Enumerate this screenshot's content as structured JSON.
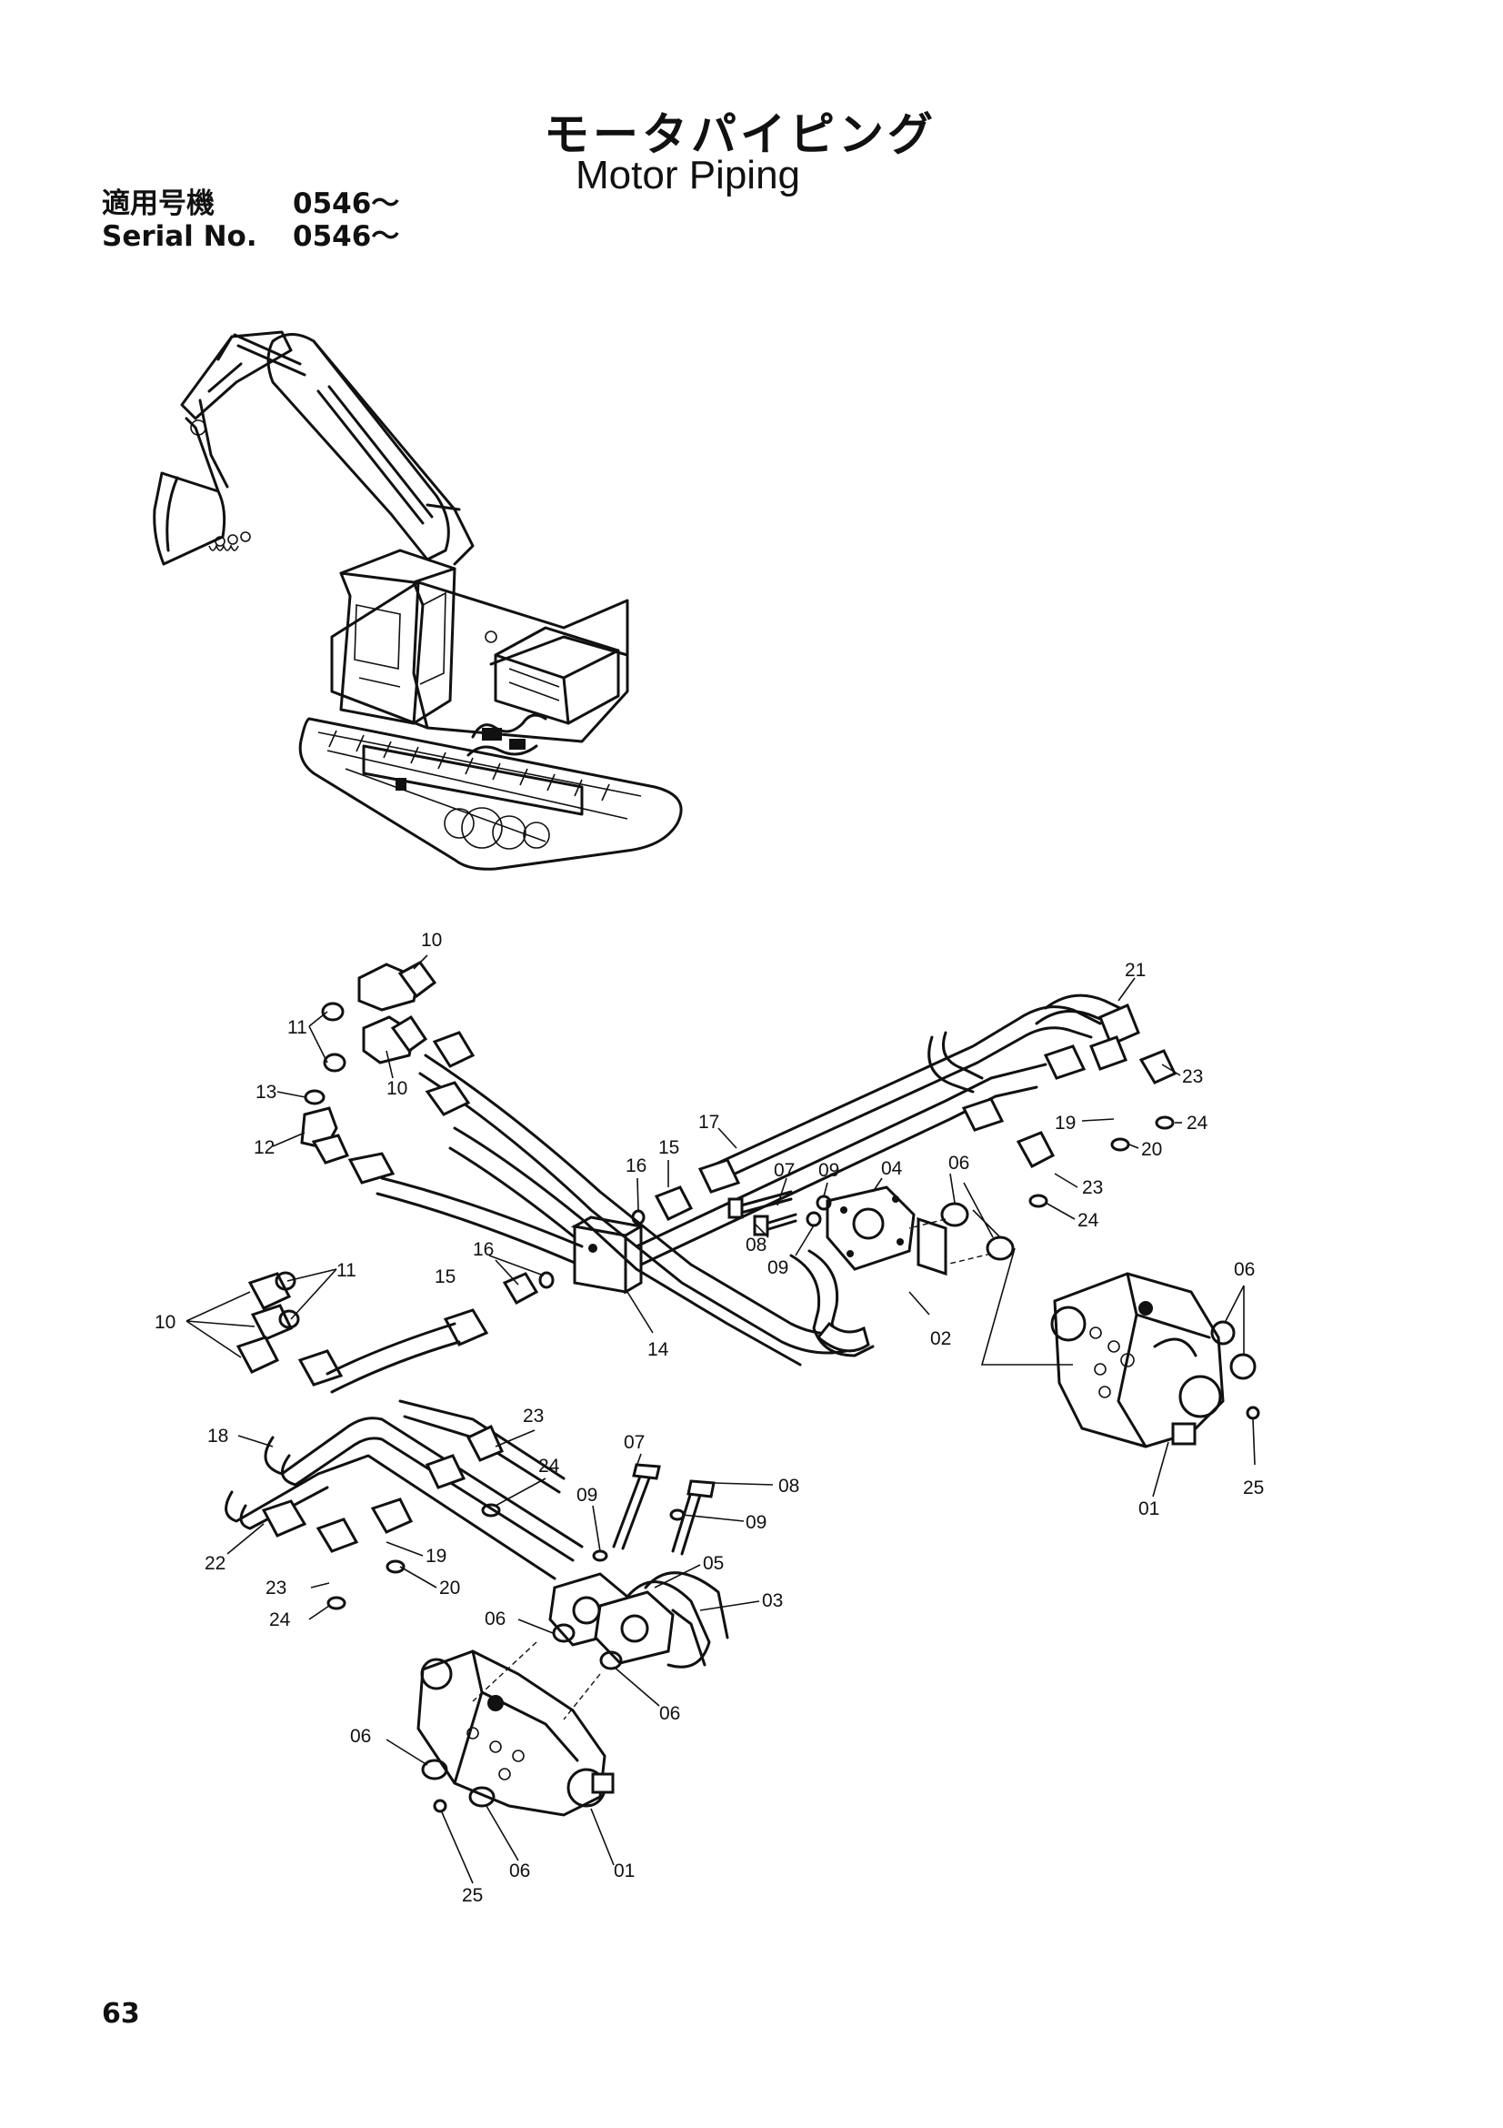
{
  "header": {
    "title_jp": "モータパイピング",
    "title_en": "Motor Piping",
    "serial_label_jp": "適用号機",
    "serial_value_jp": "0546～",
    "serial_label_en": "Serial No.",
    "serial_value_en": "0546～"
  },
  "page_number": "63",
  "callouts": [
    {
      "id": "c-10a",
      "text": "10"
    },
    {
      "id": "c-11a",
      "text": "11"
    },
    {
      "id": "c-10b",
      "text": "10"
    },
    {
      "id": "c-13",
      "text": "13"
    },
    {
      "id": "c-12",
      "text": "12"
    },
    {
      "id": "c-16a",
      "text": "16"
    },
    {
      "id": "c-15a",
      "text": "15"
    },
    {
      "id": "c-17",
      "text": "17"
    },
    {
      "id": "c-07a",
      "text": "07"
    },
    {
      "id": "c-09a",
      "text": "09"
    },
    {
      "id": "c-04",
      "text": "04"
    },
    {
      "id": "c-08a",
      "text": "08"
    },
    {
      "id": "c-09b",
      "text": "09"
    },
    {
      "id": "c-06a",
      "text": "06"
    },
    {
      "id": "c-02",
      "text": "02"
    },
    {
      "id": "c-21",
      "text": "21"
    },
    {
      "id": "c-23a",
      "text": "23"
    },
    {
      "id": "c-24a",
      "text": "24"
    },
    {
      "id": "c-19a",
      "text": "19"
    },
    {
      "id": "c-20a",
      "text": "20"
    },
    {
      "id": "c-23b",
      "text": "23"
    },
    {
      "id": "c-24b",
      "text": "24"
    },
    {
      "id": "c-06b",
      "text": "06"
    },
    {
      "id": "c-25a",
      "text": "25"
    },
    {
      "id": "c-01a",
      "text": "01"
    },
    {
      "id": "c-11b",
      "text": "11"
    },
    {
      "id": "c-10c",
      "text": "10"
    },
    {
      "id": "c-16b",
      "text": "16"
    },
    {
      "id": "c-15b",
      "text": "15"
    },
    {
      "id": "c-14",
      "text": "14"
    },
    {
      "id": "c-18",
      "text": "18"
    },
    {
      "id": "c-23c",
      "text": "23"
    },
    {
      "id": "c-24c",
      "text": "24"
    },
    {
      "id": "c-07b",
      "text": "07"
    },
    {
      "id": "c-08b",
      "text": "08"
    },
    {
      "id": "c-09c",
      "text": "09"
    },
    {
      "id": "c-09d",
      "text": "09"
    },
    {
      "id": "c-05",
      "text": "05"
    },
    {
      "id": "c-03",
      "text": "03"
    },
    {
      "id": "c-19b",
      "text": "19"
    },
    {
      "id": "c-20b",
      "text": "20"
    },
    {
      "id": "c-22",
      "text": "22"
    },
    {
      "id": "c-23d",
      "text": "23"
    },
    {
      "id": "c-24d",
      "text": "24"
    },
    {
      "id": "c-06c",
      "text": "06"
    },
    {
      "id": "c-06d",
      "text": "06"
    },
    {
      "id": "c-06e",
      "text": "06"
    },
    {
      "id": "c-06f",
      "text": "06"
    },
    {
      "id": "c-25b",
      "text": "25"
    },
    {
      "id": "c-01b",
      "text": "01"
    }
  ]
}
